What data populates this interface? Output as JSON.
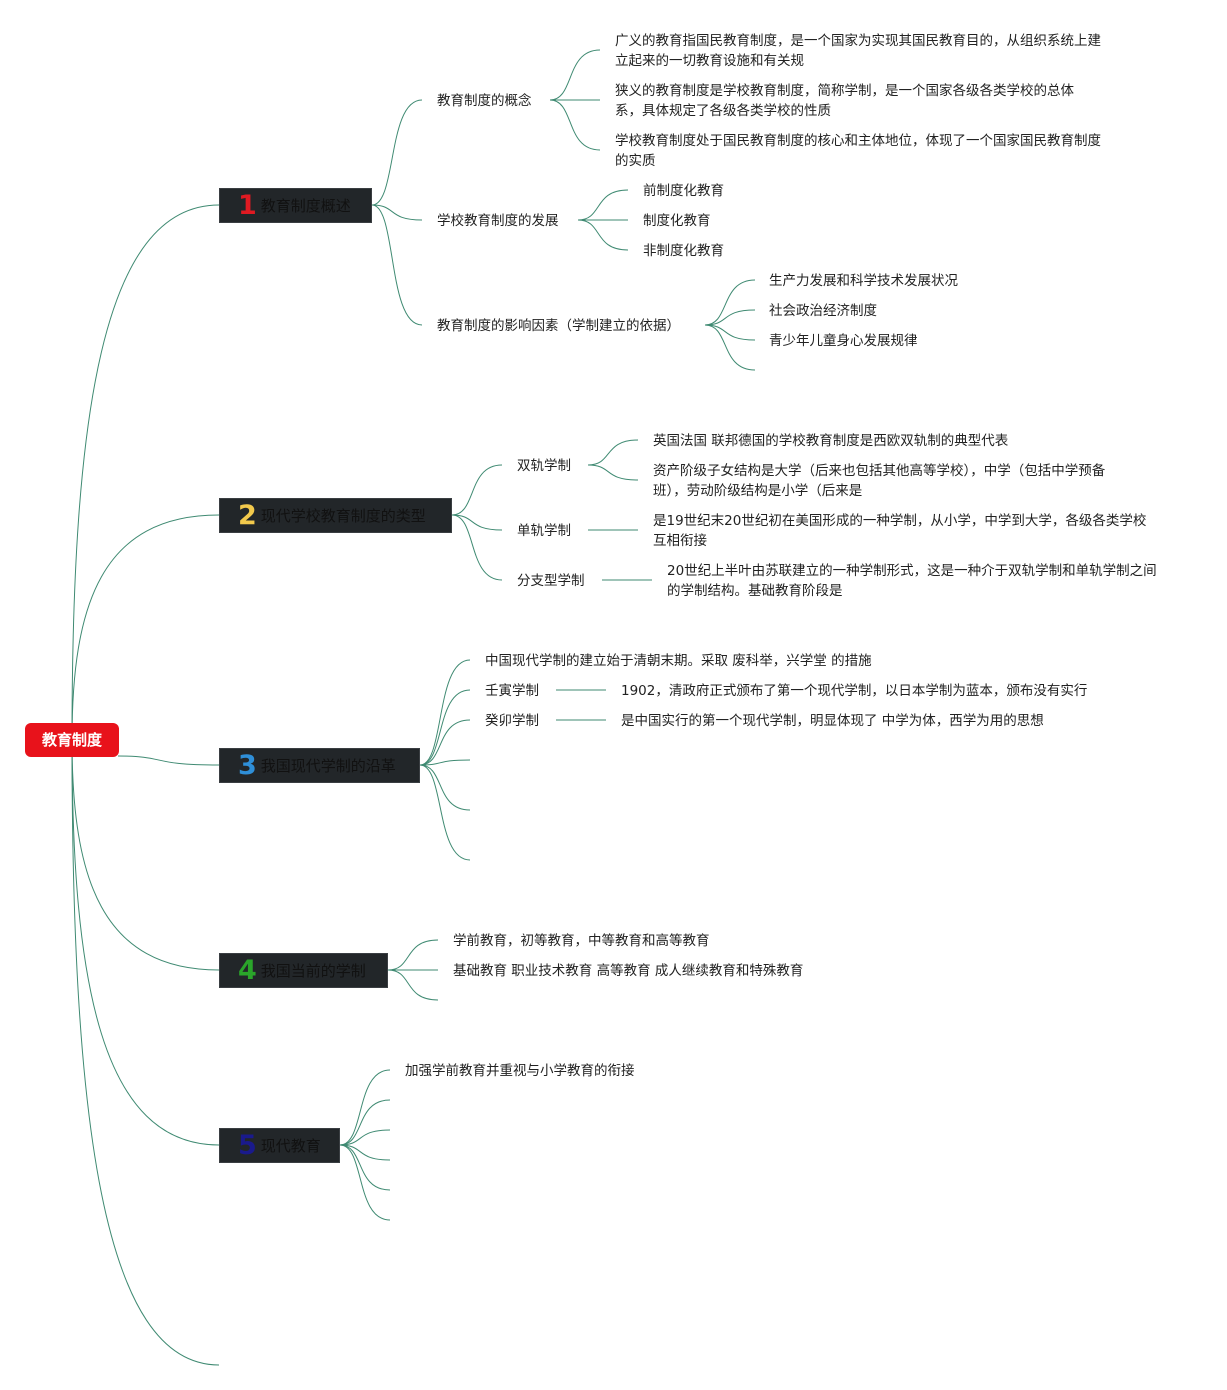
{
  "root": {
    "label": "教育制度"
  },
  "colors": {
    "root_bg": "#e8121b",
    "link": "#3f8a72",
    "branch_bg": "#222629",
    "n1": "#e01a22",
    "n2": "#f2c94c",
    "n3": "#2f8fd8",
    "n4": "#2aa52a",
    "n5": "#1a1a8c"
  },
  "branches": [
    {
      "num": "1",
      "label": "教育制度概述"
    },
    {
      "num": "2",
      "label": "现代学校教育制度的类型"
    },
    {
      "num": "3",
      "label": "我国现代学制的沿革"
    },
    {
      "num": "4",
      "label": "我国当前的学制"
    },
    {
      "num": "5",
      "label": "现代教育"
    }
  ],
  "b1": {
    "concept": "教育制度的概念",
    "concept_items": [
      "广义的教育指国民教育制度，是一个国家为实现其国民教育目的，从组织系统上建立起来的一切教育设施和有关规",
      "狭义的教育制度是学校教育制度，简称学制，是一个国家各级各类学校的总体系，具体规定了各级各类学校的性质",
      "学校教育制度处于国民教育制度的核心和主体地位，体现了一个国家国民教育制度的实质"
    ],
    "development": "学校教育制度的发展",
    "development_items": [
      "前制度化教育",
      "制度化教育",
      "非制度化教育"
    ],
    "factors": "教育制度的影响因素（学制建立的依据）",
    "factors_items": [
      "生产力发展和科学技术发展状况",
      "社会政治经济制度",
      "青少年儿童身心发展规律"
    ]
  },
  "b2": {
    "dual": "双轨学制",
    "dual_items": [
      "英国法国 联邦德国的学校教育制度是西欧双轨制的典型代表",
      "资产阶级子女结构是大学（后来也包括其他高等学校），中学（包括中学预备班），劳动阶级结构是小学（后来是"
    ],
    "single": "单轨学制",
    "single_item": "是19世纪末20世纪初在美国形成的一种学制，从小学，中学到大学，各级各类学校互相衔接",
    "branch": "分支型学制",
    "branch_item": "20世纪上半叶由苏联建立的一种学制形式，这是一种介于双轨学制和单轨学制之间的学制结构。基础教育阶段是"
  },
  "b3": {
    "intro": "中国现代学制的建立始于清朝末期。采取 废科举，兴学堂 的措施",
    "renyin": "壬寅学制",
    "renyin_item": "1902，清政府正式颁布了第一个现代学制，以日本学制为蓝本，颁布没有实行",
    "guimao": "癸卯学制",
    "guimao_item": "是中国实行的第一个现代学制，明显体现了 中学为体，西学为用的思想"
  },
  "b4": {
    "items": [
      "学前教育，初等教育，中等教育和高等教育",
      "基础教育 职业技术教育 高等教育 成人继续教育和特殊教育"
    ]
  },
  "b5": {
    "items": [
      "加强学前教育并重视与小学教育的衔接"
    ]
  }
}
